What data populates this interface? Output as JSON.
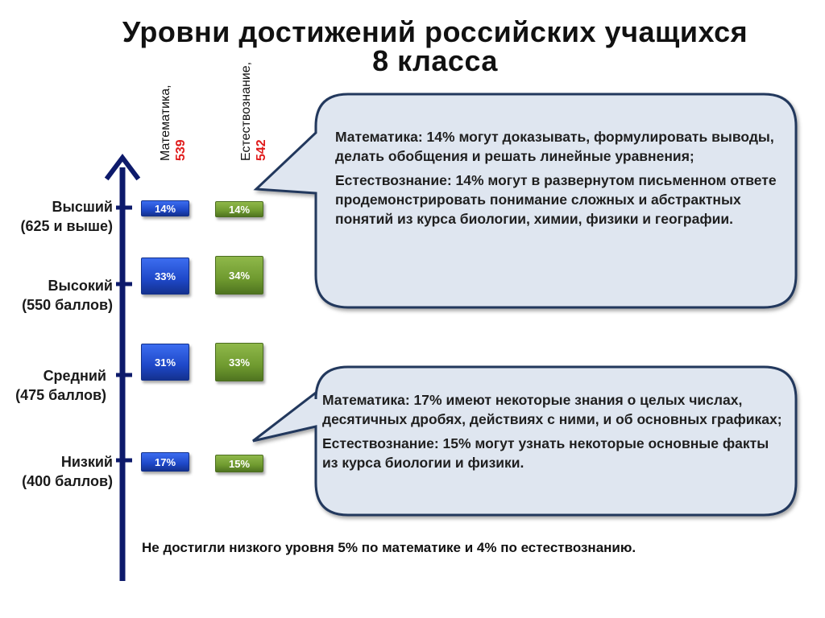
{
  "title": {
    "line1": "Уровни достижений российских учащихся",
    "line2": "8 класса"
  },
  "columns": {
    "math": {
      "label": "Математика,",
      "score": "539"
    },
    "science": {
      "label": "Естествознание,",
      "score": "542"
    }
  },
  "levels": [
    {
      "name": "Высший",
      "threshold": "(625 и выше)",
      "math_pct": "14%",
      "sci_pct": "14%",
      "math_value": 14,
      "sci_value": 14
    },
    {
      "name": "Высокий",
      "threshold": "(550 баллов)",
      "math_pct": "33%",
      "sci_pct": "34%",
      "math_value": 33,
      "sci_value": 34
    },
    {
      "name": "Средний",
      "threshold": "(475 баллов)",
      "math_pct": "31%",
      "sci_pct": "33%",
      "math_value": 31,
      "sci_value": 33
    },
    {
      "name": "Низкий",
      "threshold": "(400 баллов)",
      "math_pct": "17%",
      "sci_pct": "15%",
      "math_value": 17,
      "sci_value": 15
    }
  ],
  "callouts": {
    "top": {
      "math": "Математика: 14% могут доказывать, формулировать выводы, делать обобщения и решать линейные уравнения;",
      "science": "Естествознание: 14% могут в развернутом письменном ответе продемонстрировать понимание сложных и абстрактных понятий из курса биологии, химии, физики и географии."
    },
    "bottom": {
      "math": "Математика: 17% имеют некоторые знания о целых числах, десятичных дробях, действиях с ними, и об основных графиках;",
      "science": "Естествознание: 15% могут узнать некоторые основные факты из курса биологии и физики."
    }
  },
  "footer": "Не достигли низкого уровня 5% по математике и 4% по естествознанию.",
  "colors": {
    "axis": "#0d1a6b",
    "math_bar": "#1e48c8",
    "science_bar": "#6f9a2f",
    "bubble_fill": "#dfe6f0",
    "bubble_border": "#23395d",
    "score": "#e01b1b"
  },
  "icons": {
    "axis_arrow": "arrow-up-icon"
  }
}
